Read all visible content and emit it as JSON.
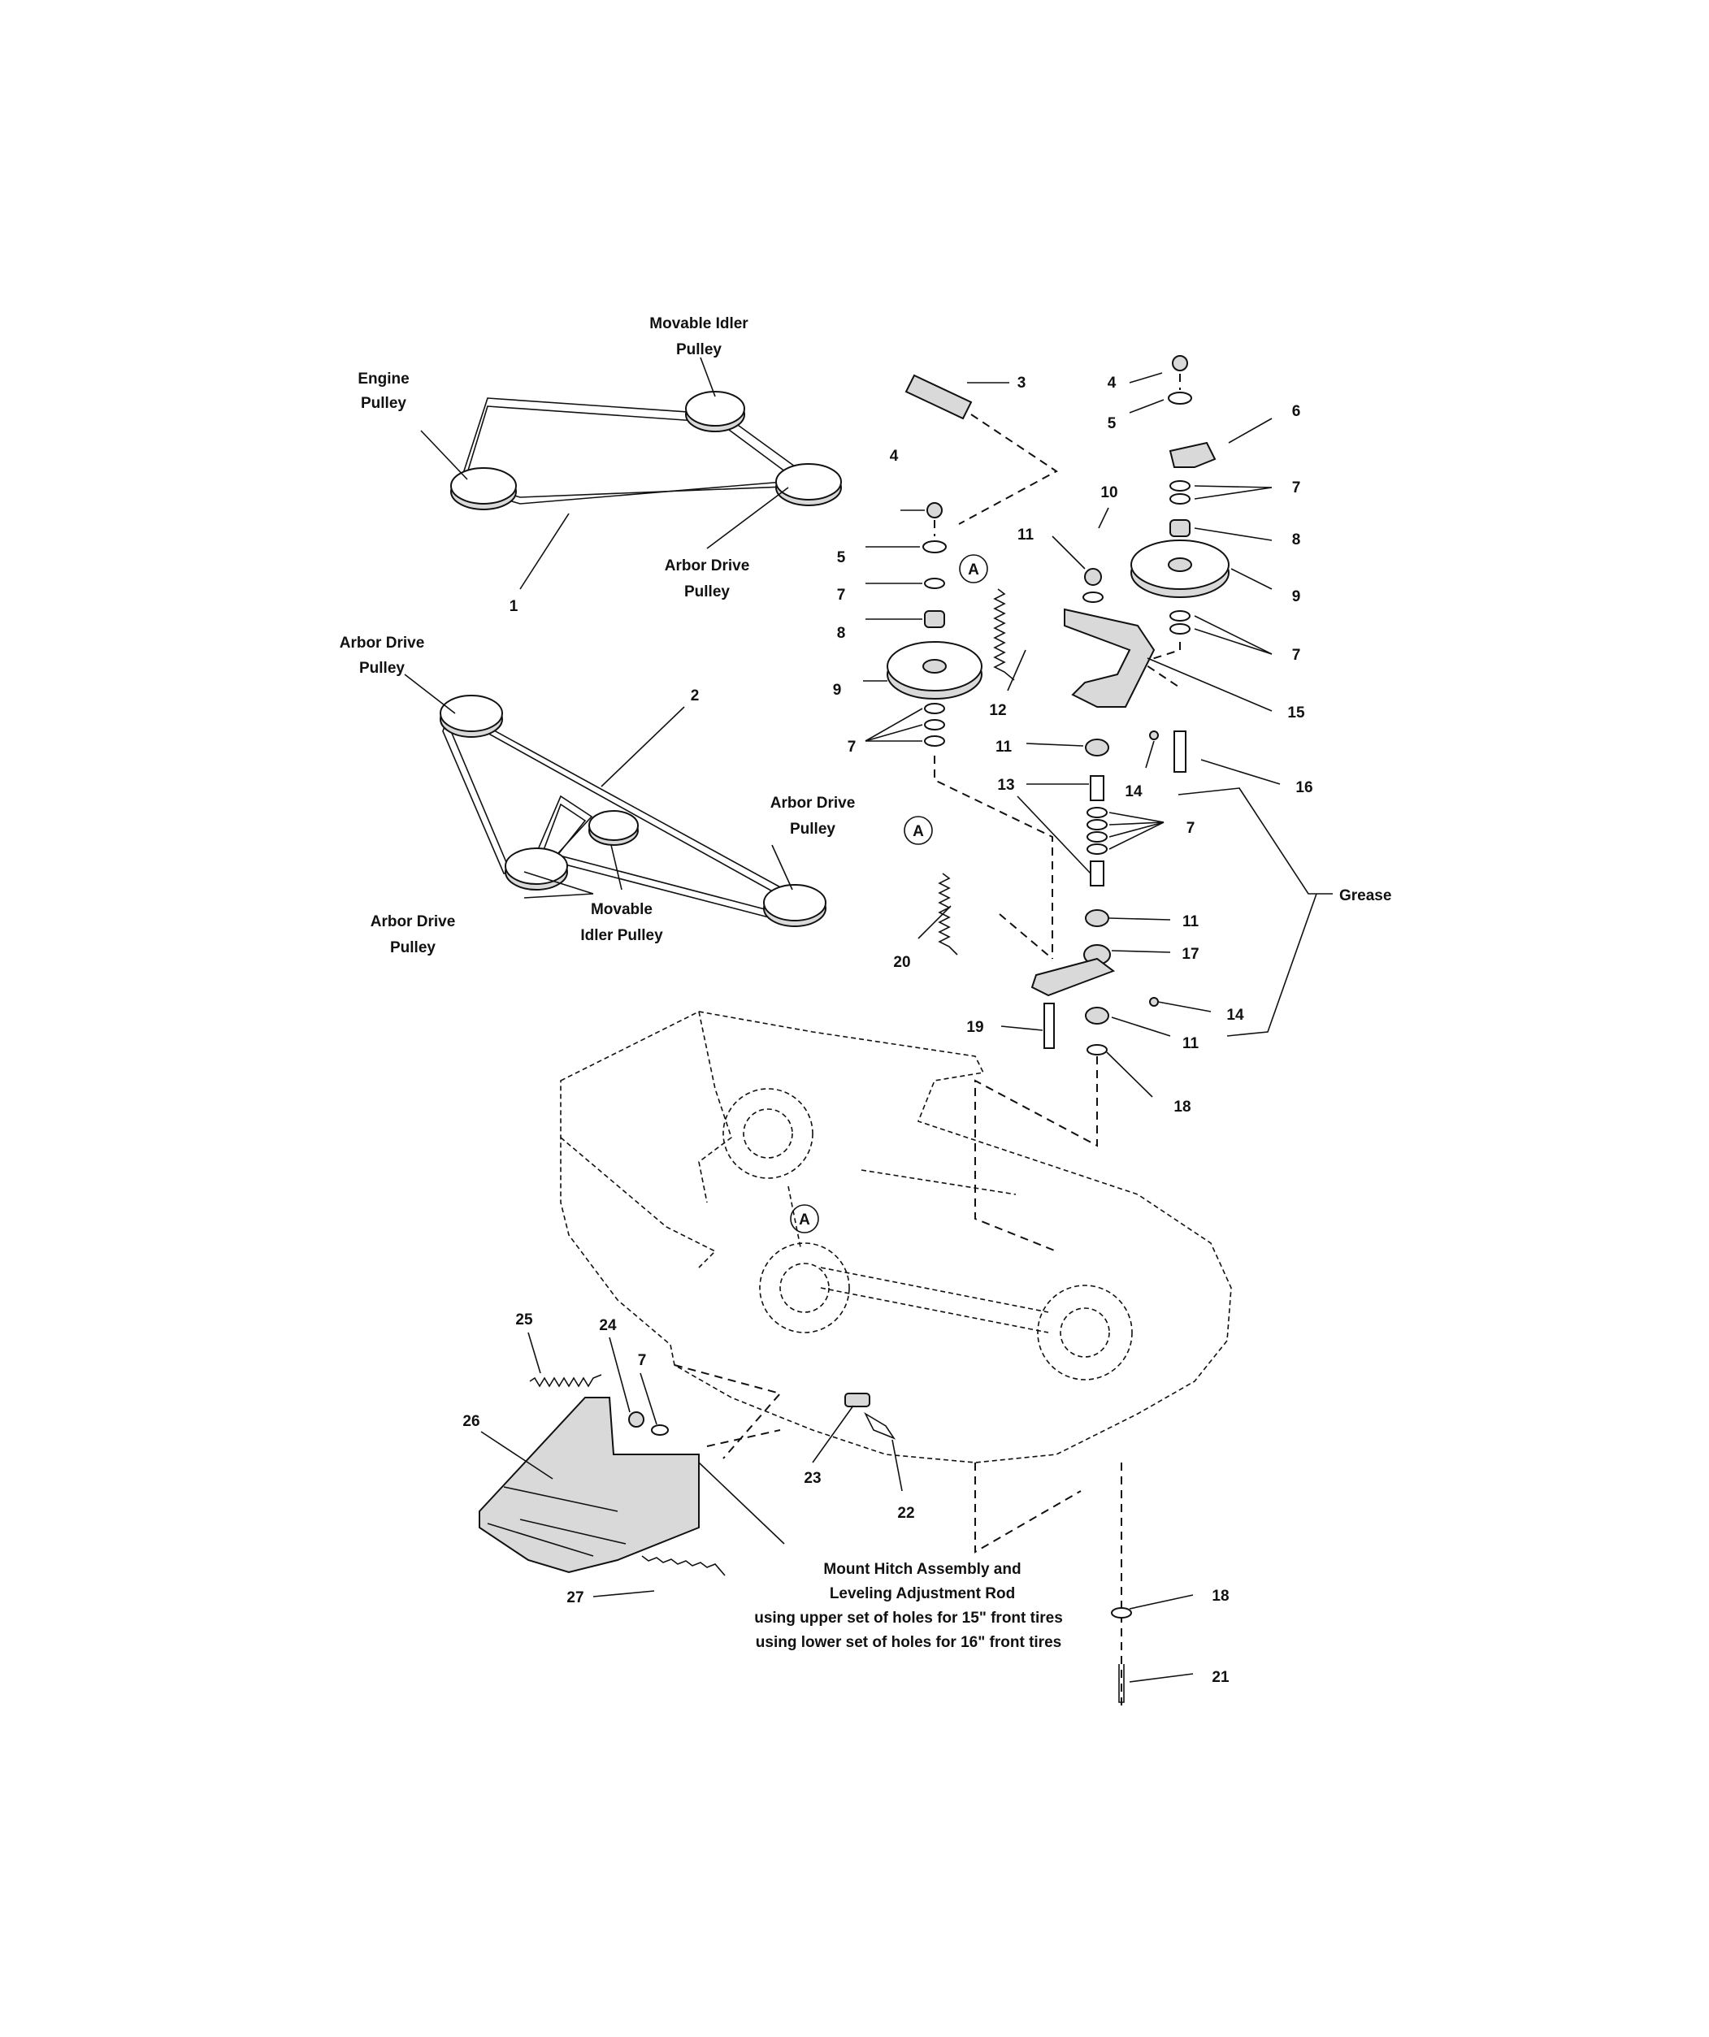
{
  "labels": {
    "movable_idler_pulley_top": [
      "Movable Idler",
      "Pulley"
    ],
    "engine_pulley": [
      "Engine",
      "Pulley"
    ],
    "arbor_drive_pulley_1": [
      "Arbor Drive",
      "Pulley"
    ],
    "arbor_drive_pulley_2": [
      "Arbor Drive",
      "Pulley"
    ],
    "arbor_drive_pulley_3": [
      "Arbor Drive",
      "Pulley"
    ],
    "arbor_drive_pulley_4": [
      "Arbor Drive",
      "Pulley"
    ],
    "movable_idler_pulley_bottom": [
      "Movable",
      "Idler Pulley"
    ],
    "grease": "Grease",
    "mount_hitch": [
      "Mount Hitch Assembly and",
      "Leveling Adjustment Rod",
      "using upper set of holes for 15\" front tires",
      "using lower set of holes for 16\" front tires"
    ],
    "marker_a": "A"
  },
  "callouts": [
    "1",
    "2",
    "3",
    "4",
    "5",
    "6",
    "7",
    "8",
    "9",
    "10",
    "11",
    "12",
    "13",
    "14",
    "15",
    "16",
    "17",
    "18",
    "19",
    "20",
    "21",
    "22",
    "23",
    "24",
    "25",
    "26",
    "27"
  ]
}
